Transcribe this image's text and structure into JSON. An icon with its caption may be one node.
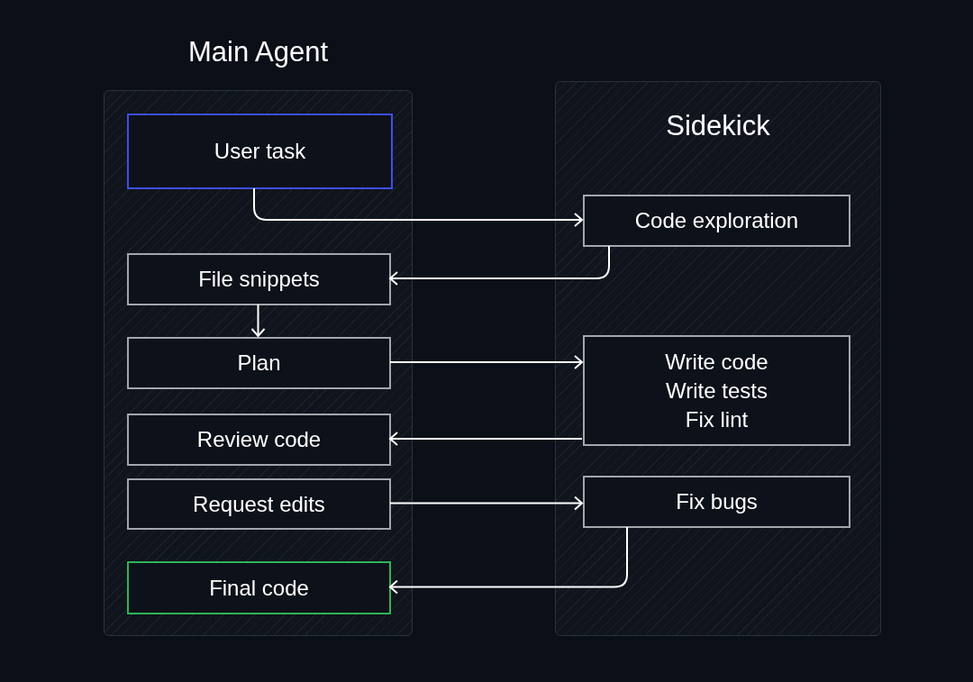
{
  "diagram": {
    "nodes": [
      {
        "text": [
          "Main Agent"
        ]
      },
      {
        "text": [
          "User task"
        ],
        "in": 0
      },
      {
        "text": [
          "File snippets"
        ],
        "in": 0
      },
      {
        "text": [
          "Plan"
        ],
        "in": 0
      },
      {
        "text": [
          "Review code"
        ],
        "in": 0
      },
      {
        "text": [
          "Request edits"
        ],
        "in": 0
      },
      {
        "text": [
          "Final code"
        ],
        "in": 0
      },
      {
        "text": [
          "Sidekick"
        ]
      },
      {
        "text": [
          "Code exploration"
        ],
        "in": 7
      },
      {
        "text": [
          "Write code",
          "Write tests",
          "Fix lint"
        ],
        "in": 7
      },
      {
        "text": [
          "Fix bugs"
        ],
        "in": 7
      }
    ],
    "edges": [
      {
        "from": 1,
        "to": 8,
        "arrow": "to"
      },
      {
        "from": 8,
        "to": 2,
        "arrow": "to"
      },
      {
        "from": 2,
        "to": 3,
        "arrow": "to"
      },
      {
        "from": 3,
        "to": 9,
        "arrow": "to"
      },
      {
        "from": 9,
        "to": 4,
        "arrow": "to"
      },
      {
        "from": 5,
        "to": 10,
        "arrow": "to"
      },
      {
        "from": 10,
        "to": 6,
        "arrow": "to"
      }
    ]
  }
}
